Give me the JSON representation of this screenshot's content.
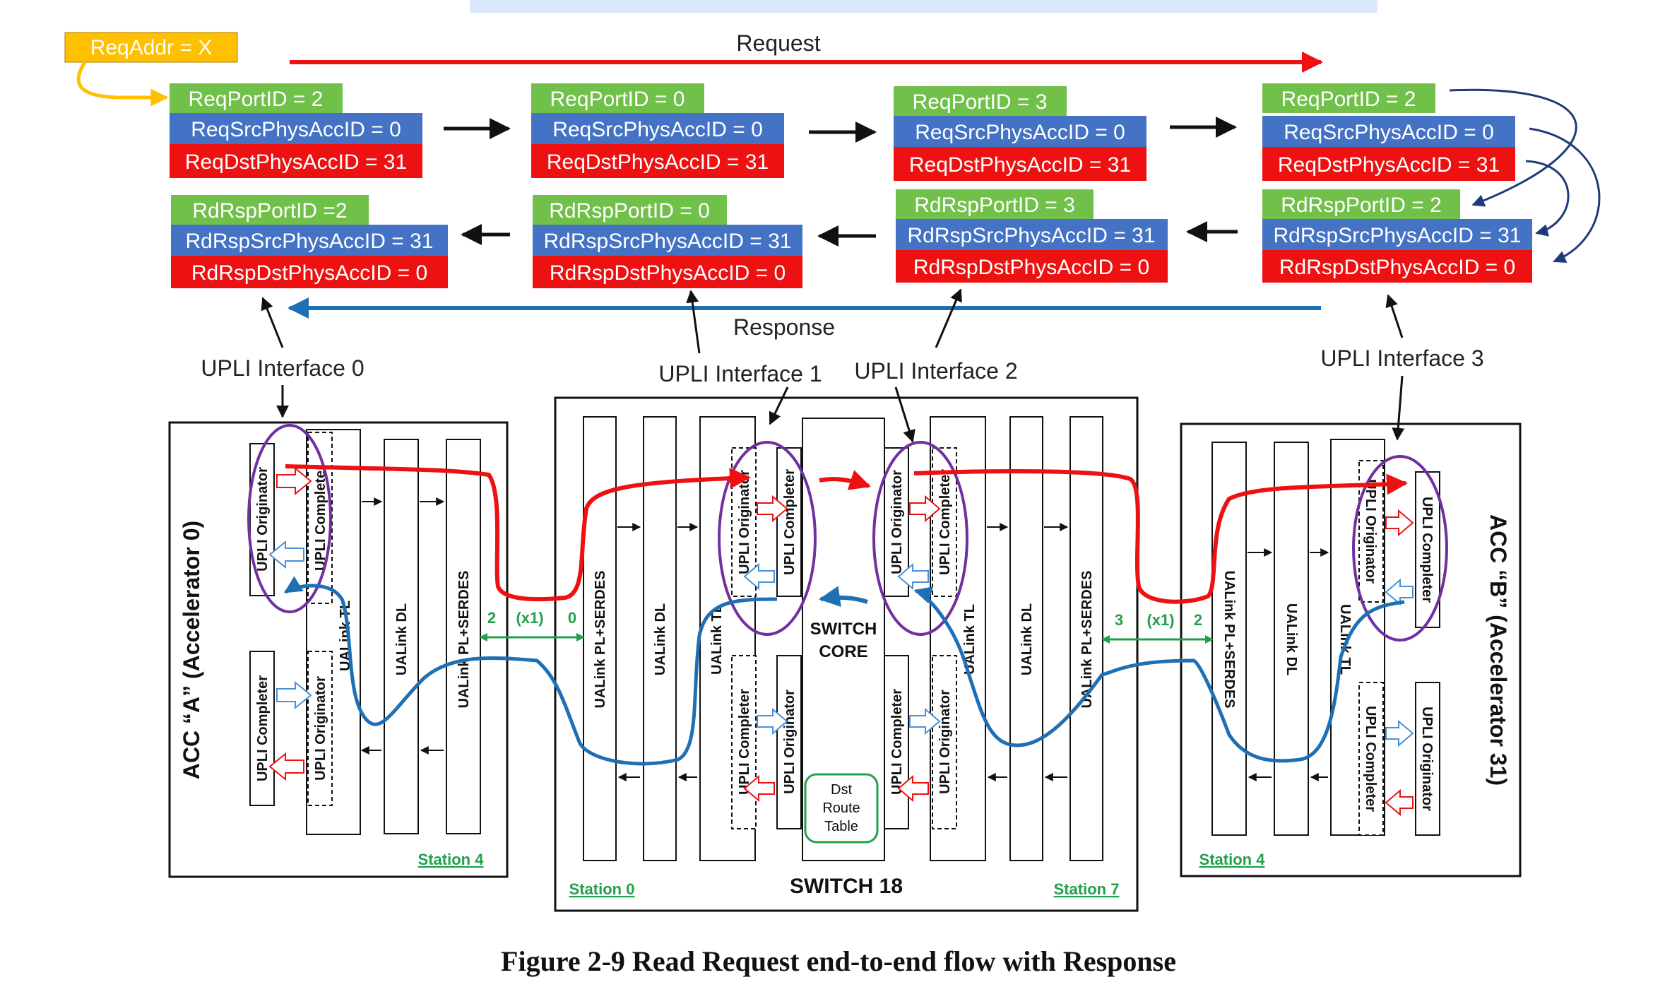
{
  "colors": {
    "green": "#70c04a",
    "blue": "#4472c4",
    "red": "#ee1111",
    "yellow": "#ffc000",
    "purple": "#7030a0",
    "request_arrow": "#ee1111",
    "response_arrow": "#1f6fb5",
    "station": "#22a04b"
  },
  "req_addr": "ReqAddr = X",
  "request_label": "Request",
  "response_label": "Response",
  "request_groups": [
    {
      "port": "ReqPortID = 2",
      "src": "ReqSrcPhysAccID = 0",
      "dst": "ReqDstPhysAccID = 31"
    },
    {
      "port": "ReqPortID = 0",
      "src": "ReqSrcPhysAccID = 0",
      "dst": "ReqDstPhysAccID = 31"
    },
    {
      "port": "ReqPortID = 3",
      "src": "ReqSrcPhysAccID = 0",
      "dst": "ReqDstPhysAccID = 31"
    },
    {
      "port": "ReqPortID = 2",
      "src": "ReqSrcPhysAccID = 0",
      "dst": "ReqDstPhysAccID = 31"
    }
  ],
  "response_groups": [
    {
      "port": "RdRspPortID =2",
      "src": "RdRspSrcPhysAccID = 31",
      "dst": "RdRspDstPhysAccID = 0"
    },
    {
      "port": "RdRspPortID = 0",
      "src": "RdRspSrcPhysAccID = 31",
      "dst": "RdRspDstPhysAccID = 0"
    },
    {
      "port": "RdRspPortID = 3",
      "src": "RdRspSrcPhysAccID = 31",
      "dst": "RdRspDstPhysAccID = 0"
    },
    {
      "port": "RdRspPortID = 2",
      "src": "RdRspSrcPhysAccID = 31",
      "dst": "RdRspDstPhysAccID = 0"
    }
  ],
  "interfaces": [
    "UPLI Interface 0",
    "UPLI Interface 1",
    "UPLI Interface 2",
    "UPLI Interface 3"
  ],
  "acc_a_label": "ACC “A” (Accelerator 0)",
  "acc_b_label": "ACC “B” (Accelerator 31)",
  "switch_label": "SWITCH 18",
  "switch_core": [
    "SWITCH",
    "CORE"
  ],
  "route_table": [
    "Dst",
    "Route",
    "Table"
  ],
  "stations": {
    "acc_a": "Station 4",
    "switch_left": "Station 0",
    "switch_right": "Station 7",
    "acc_b": "Station 4"
  },
  "link_left": {
    "a_port": "2",
    "width": "(x1)",
    "b_port": "0"
  },
  "link_right": {
    "a_port": "3",
    "width": "(x1)",
    "b_port": "2"
  },
  "blocks": {
    "upli_originator": "UPLI Originator",
    "upli_completer": "UPLI Completer",
    "ualink_tl": "UALink TL",
    "ualink_dl": "UALink DL",
    "ualink_pl": "UALink PL+SERDES"
  },
  "caption": "Figure 2-9 Read Request end-to-end flow with Response"
}
